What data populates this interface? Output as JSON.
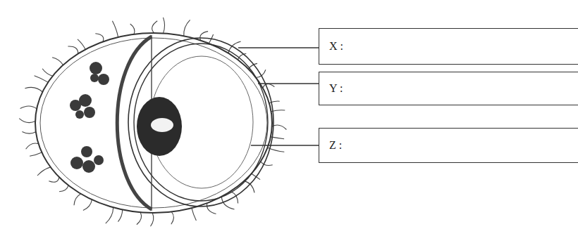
{
  "diagram": {
    "nodes": [
      {
        "text": [
          "X :"
        ]
      },
      {
        "text": [
          "Y :"
        ]
      },
      {
        "text": [
          "Z :"
        ]
      }
    ]
  }
}
